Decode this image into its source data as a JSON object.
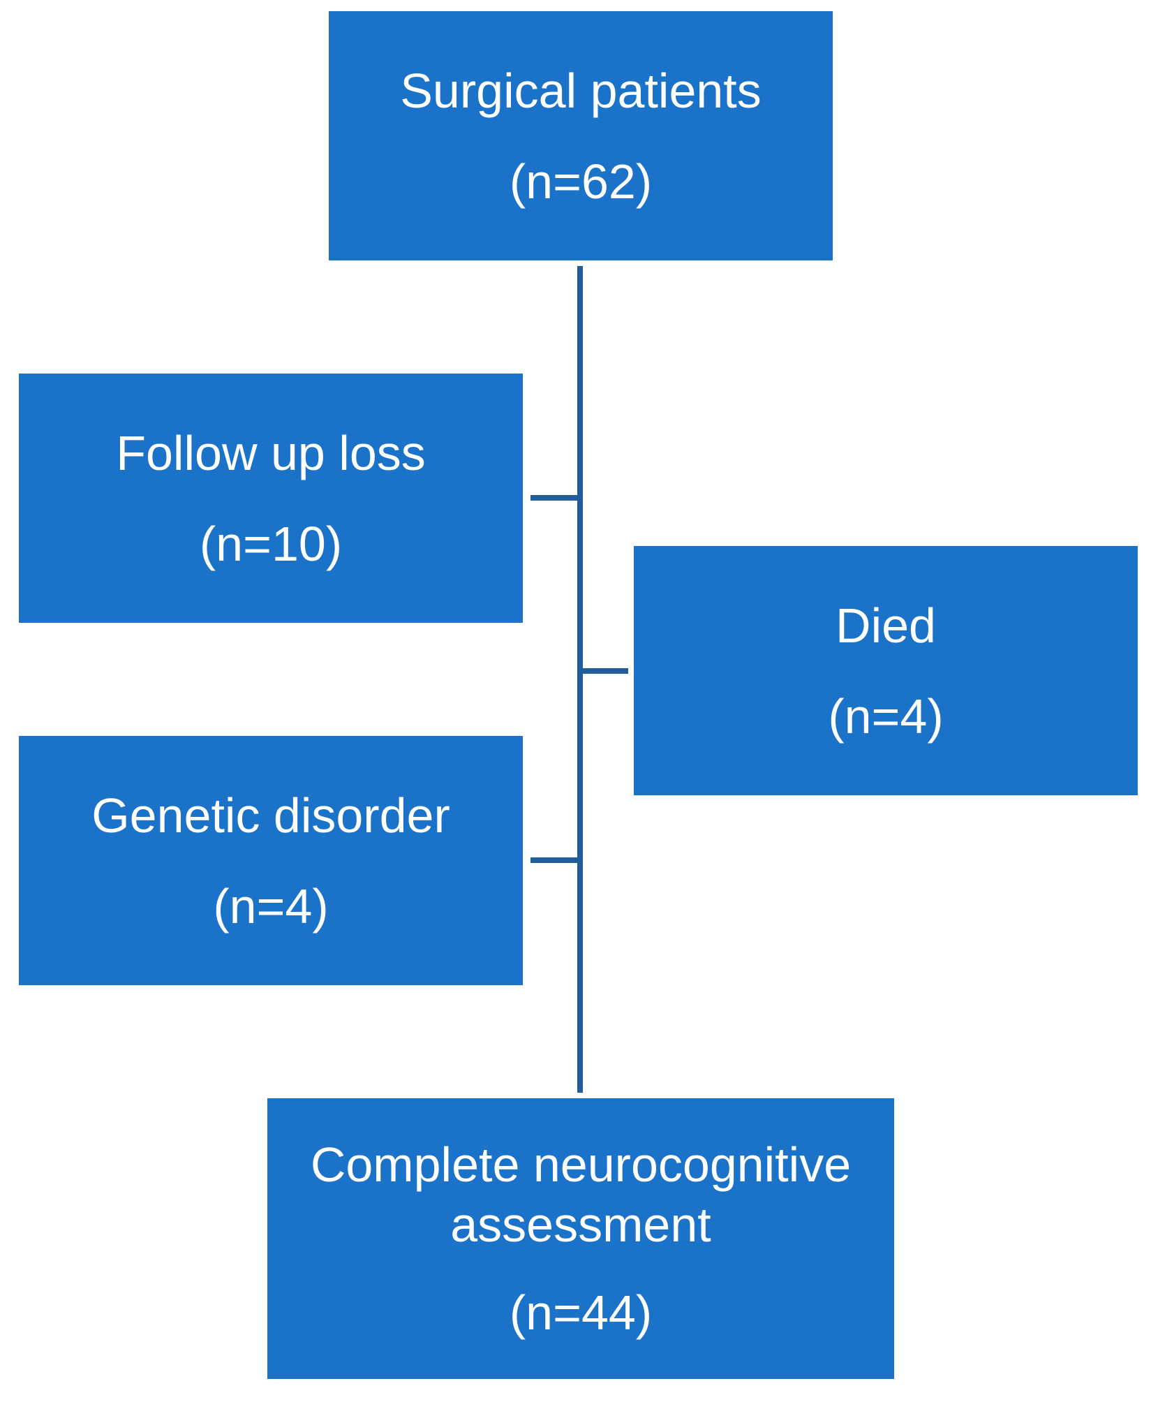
{
  "flowchart": {
    "surgical": {
      "label": "Surgical patients",
      "count": "(n=62)"
    },
    "follow_up_loss": {
      "label": "Follow up loss",
      "count": "(n=10)"
    },
    "died": {
      "label": "Died",
      "count": "(n=4)"
    },
    "genetic_disorder": {
      "label": "Genetic disorder",
      "count": "(n=4)"
    },
    "complete": {
      "label_line1": "Complete neurocognitive",
      "label_line2": "assessment",
      "count": "(n=44)"
    }
  },
  "colors": {
    "box_fill": "#1a73c8",
    "box_text": "#ffffff",
    "connector": "#1f5d9c"
  }
}
